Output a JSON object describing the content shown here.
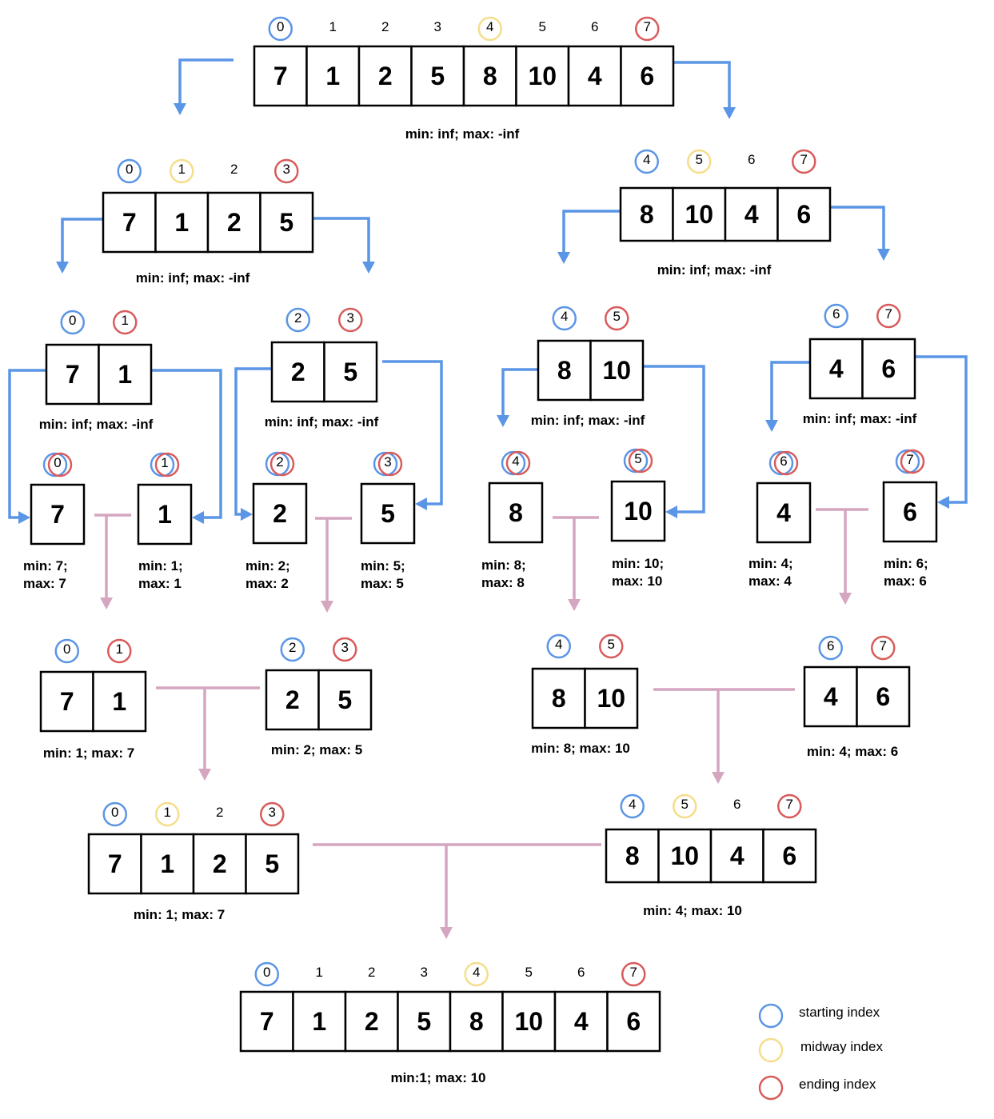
{
  "colors": {
    "split_arrow": "#5b95e6",
    "merge_arrow": "#d4a6c0",
    "start_circle": "#5b95e6",
    "mid_circle": "#f5de8a",
    "end_circle": "#d95b5b",
    "box_border": "#000000"
  },
  "legend": {
    "start": "starting index",
    "mid": "midway index",
    "end": "ending index"
  },
  "arrays": [
    {
      "id": "top",
      "values": [
        "7",
        "1",
        "2",
        "5",
        "8",
        "10",
        "4",
        "6"
      ],
      "indices": [
        "0",
        "1",
        "2",
        "3",
        "4",
        "5",
        "6",
        "7"
      ],
      "markers": {
        "start": 0,
        "mid": 4,
        "end": 7
      },
      "label": "min: inf; max: -inf"
    },
    {
      "id": "L",
      "values": [
        "7",
        "1",
        "2",
        "5"
      ],
      "indices": [
        "0",
        "1",
        "2",
        "3"
      ],
      "markers": {
        "start": 0,
        "mid": 1,
        "end": 3
      },
      "label": "min: inf; max: -inf"
    },
    {
      "id": "R",
      "values": [
        "8",
        "10",
        "4",
        "6"
      ],
      "indices": [
        "4",
        "5",
        "6",
        "7"
      ],
      "markers": {
        "start": 0,
        "mid": 1,
        "end": 3
      },
      "label": "min: inf; max: -inf"
    },
    {
      "id": "LL",
      "values": [
        "7",
        "1"
      ],
      "indices": [
        "0",
        "1"
      ],
      "markers": {
        "start": 0,
        "end": 1
      },
      "label": "min: inf; max: -inf"
    },
    {
      "id": "LR",
      "values": [
        "2",
        "5"
      ],
      "indices": [
        "2",
        "3"
      ],
      "markers": {
        "start": 0,
        "end": 1
      },
      "label": "min: inf; max: -inf"
    },
    {
      "id": "RL",
      "values": [
        "8",
        "10"
      ],
      "indices": [
        "4",
        "5"
      ],
      "markers": {
        "start": 0,
        "end": 1
      },
      "label": "min: inf; max: -inf"
    },
    {
      "id": "RR",
      "values": [
        "4",
        "6"
      ],
      "indices": [
        "6",
        "7"
      ],
      "markers": {
        "start": 0,
        "end": 1
      },
      "label": "min: inf; max: -inf"
    },
    {
      "id": "s0",
      "values": [
        "7"
      ],
      "indices": [
        "0"
      ],
      "markers": {
        "start": 0,
        "end": 0
      },
      "label": "min: 7;\nmax: 7"
    },
    {
      "id": "s1",
      "values": [
        "1"
      ],
      "indices": [
        "1"
      ],
      "markers": {
        "start": 0,
        "end": 0
      },
      "label": "min: 1;\nmax: 1"
    },
    {
      "id": "s2",
      "values": [
        "2"
      ],
      "indices": [
        "2"
      ],
      "markers": {
        "start": 0,
        "end": 0
      },
      "label": "min: 2;\nmax: 2"
    },
    {
      "id": "s3",
      "values": [
        "5"
      ],
      "indices": [
        "3"
      ],
      "markers": {
        "start": 0,
        "end": 0
      },
      "label": "min: 5;\nmax: 5"
    },
    {
      "id": "s4",
      "values": [
        "8"
      ],
      "indices": [
        "4"
      ],
      "markers": {
        "start": 0,
        "end": 0
      },
      "label": "min: 8;\nmax: 8"
    },
    {
      "id": "s5",
      "values": [
        "10"
      ],
      "indices": [
        "5"
      ],
      "markers": {
        "start": 0,
        "end": 0
      },
      "label": "min: 10;\nmax: 10"
    },
    {
      "id": "s6",
      "values": [
        "4"
      ],
      "indices": [
        "6"
      ],
      "markers": {
        "start": 0,
        "end": 0
      },
      "label": "min: 4;\nmax: 4"
    },
    {
      "id": "s7",
      "values": [
        "6"
      ],
      "indices": [
        "7"
      ],
      "markers": {
        "start": 0,
        "end": 0
      },
      "label": "min: 6;\nmax: 6"
    },
    {
      "id": "mLL",
      "values": [
        "7",
        "1"
      ],
      "indices": [
        "0",
        "1"
      ],
      "markers": {
        "start": 0,
        "end": 1
      },
      "label": "min: 1; max: 7"
    },
    {
      "id": "mLR",
      "values": [
        "2",
        "5"
      ],
      "indices": [
        "2",
        "3"
      ],
      "markers": {
        "start": 0,
        "end": 1
      },
      "label": "min: 2; max: 5"
    },
    {
      "id": "mRL",
      "values": [
        "8",
        "10"
      ],
      "indices": [
        "4",
        "5"
      ],
      "markers": {
        "start": 0,
        "end": 1
      },
      "label": "min: 8; max: 10"
    },
    {
      "id": "mRR",
      "values": [
        "4",
        "6"
      ],
      "indices": [
        "6",
        "7"
      ],
      "markers": {
        "start": 0,
        "end": 1
      },
      "label": "min: 4; max: 6"
    },
    {
      "id": "mL",
      "values": [
        "7",
        "1",
        "2",
        "5"
      ],
      "indices": [
        "0",
        "1",
        "2",
        "3"
      ],
      "markers": {
        "start": 0,
        "mid": 1,
        "end": 3
      },
      "label": "min: 1; max: 7"
    },
    {
      "id": "mR",
      "values": [
        "8",
        "10",
        "4",
        "6"
      ],
      "indices": [
        "4",
        "5",
        "6",
        "7"
      ],
      "markers": {
        "start": 0,
        "mid": 1,
        "end": 3
      },
      "label": "min: 4; max: 10"
    },
    {
      "id": "final",
      "values": [
        "7",
        "1",
        "2",
        "5",
        "8",
        "10",
        "4",
        "6"
      ],
      "indices": [
        "0",
        "1",
        "2",
        "3",
        "4",
        "5",
        "6",
        "7"
      ],
      "markers": {
        "start": 0,
        "mid": 4,
        "end": 7
      },
      "label": "min:1; max: 10"
    }
  ]
}
